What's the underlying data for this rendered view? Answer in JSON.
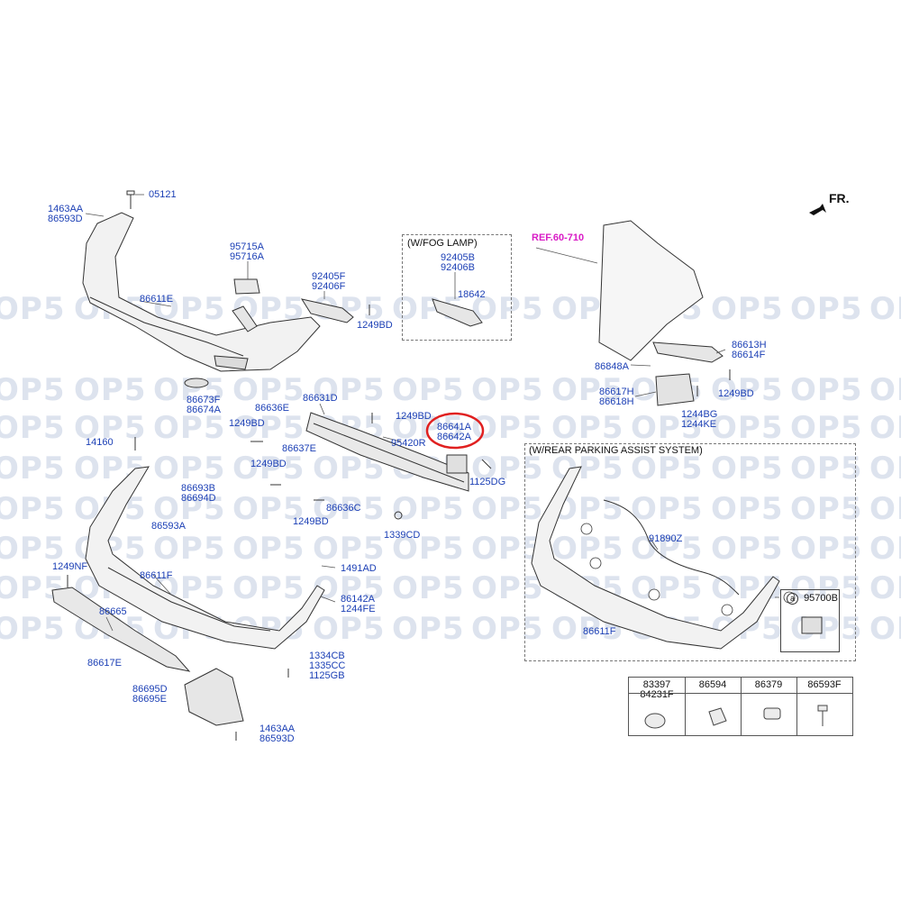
{
  "watermark": "OP5",
  "front_indicator": "FR.",
  "ref_label": "REF.60-710",
  "fog_lamp_header": "(W/FOG LAMP)",
  "parking_header": "(W/REAR PARKING ASSIST SYSTEM)",
  "sensor_callout": "95700B",
  "part_labels": {
    "p05121": [
      "05121"
    ],
    "p1463aa_top": [
      "1463AA",
      "86593D"
    ],
    "p86611e": [
      "86611E"
    ],
    "p95715": [
      "95715A",
      "95716A"
    ],
    "p92405f": [
      "92405F",
      "92406F"
    ],
    "p1249bd_a": [
      "1249BD"
    ],
    "p92405b": [
      "92405B",
      "92406B"
    ],
    "p18642": [
      "18642"
    ],
    "p86613h": [
      "86613H",
      "86614F"
    ],
    "p86848a": [
      "86848A"
    ],
    "p1249bd_b": [
      "1249BD"
    ],
    "p86617h": [
      "86617H",
      "86618H"
    ],
    "p1244bg": [
      "1244BG",
      "1244KE"
    ],
    "p86673f": [
      "86673F",
      "86674A"
    ],
    "p86631d": [
      "86631D"
    ],
    "p86636e": [
      "86636E"
    ],
    "p1249bd_c": [
      "1249BD"
    ],
    "p1249bd_d": [
      "1249BD"
    ],
    "p86641a": [
      "86641A",
      "86642A"
    ],
    "p14160": [
      "14160"
    ],
    "p86637e": [
      "86637E"
    ],
    "p95420r": [
      "95420R"
    ],
    "p1249bd_e": [
      "1249BD"
    ],
    "p1125dg": [
      "1125DG"
    ],
    "p86693b": [
      "86693B",
      "86694D"
    ],
    "p86593a": [
      "86593A"
    ],
    "p86636c": [
      "86636C"
    ],
    "p1249bd_f": [
      "1249BD"
    ],
    "p1339cd": [
      "1339CD"
    ],
    "p1249nf": [
      "1249NF"
    ],
    "p86611f": [
      "86611F"
    ],
    "p1491ad": [
      "1491AD"
    ],
    "p86142a": [
      "86142A",
      "1244FE"
    ],
    "p86665": [
      "86665"
    ],
    "p86617e": [
      "86617E"
    ],
    "p1334cb": [
      "1334CB",
      "1335CC"
    ],
    "p1125gb": [
      "1125GB"
    ],
    "p86695d": [
      "86695D",
      "86695E"
    ],
    "p1463aa_bot": [
      "1463AA",
      "86593D"
    ],
    "p91890z": [
      "91890Z"
    ],
    "p86611f_b": [
      "86611F"
    ]
  },
  "circle_marker": "a",
  "table": {
    "headers": [
      "83397\n84231F",
      "86594",
      "86379",
      "86593F"
    ]
  },
  "highlight_color": "#e02020",
  "label_color": "#1b3fb5",
  "ref_color": "#d91cc6"
}
